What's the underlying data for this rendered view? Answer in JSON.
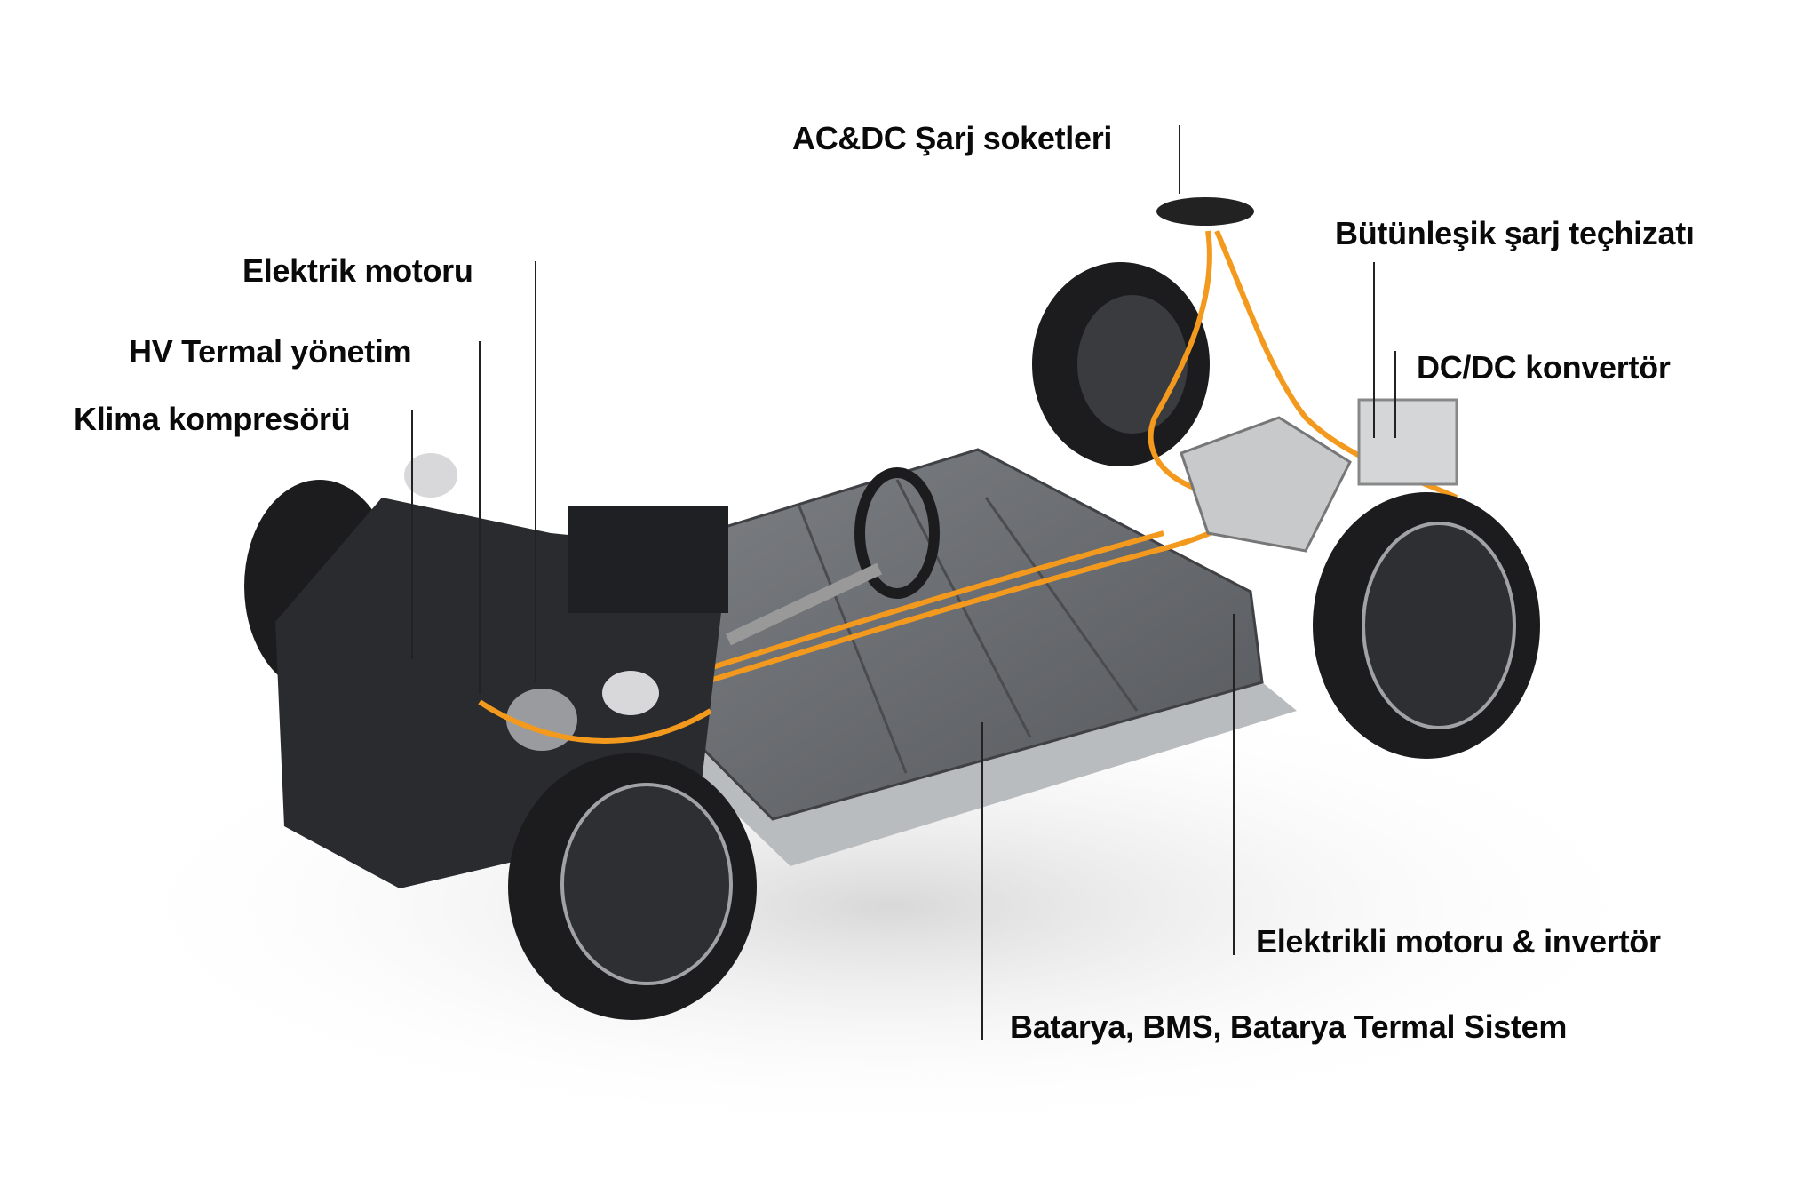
{
  "labels": {
    "ac_dc_sockets": "AC&DC Şarj soketleri",
    "onboard_charger": "Bütünleşik şarj teçhizatı",
    "dc_dc_converter": "DC/DC konvertör",
    "electric_motor": "Elektrik motoru",
    "hv_thermal": "HV Termal yönetim",
    "ac_compressor": "Klima kompresörü",
    "motor_inverter": "Elektrikli motoru & invertör",
    "battery": "Batarya, BMS, Batarya Termal Sistem"
  },
  "colors": {
    "cable": "#f39a1e",
    "battery": "#6b6e72",
    "tire": "#1c1c1e",
    "text": "#0a0a0a"
  }
}
